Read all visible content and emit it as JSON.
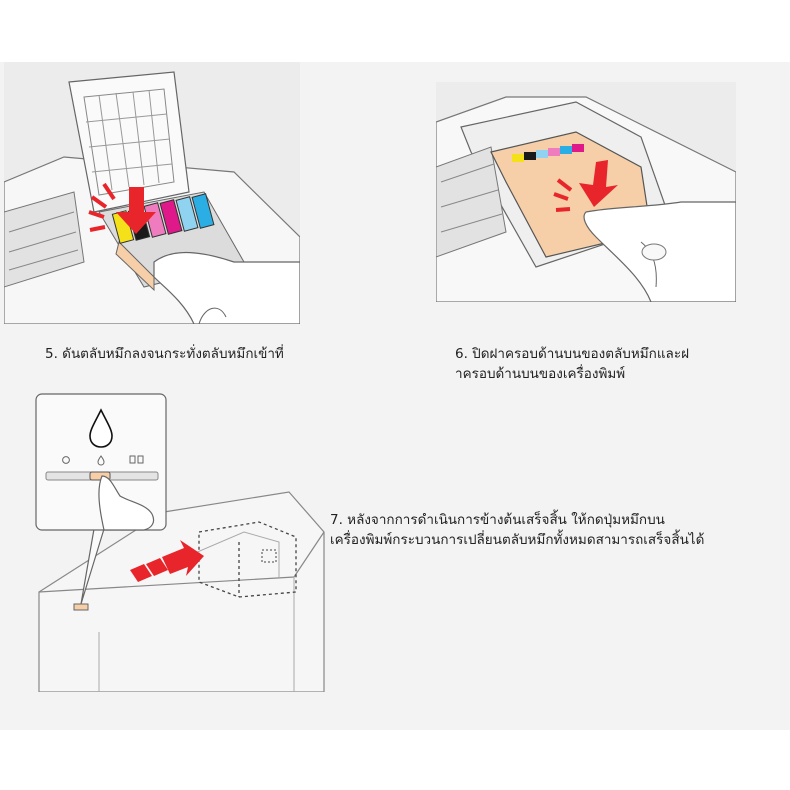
{
  "steps": [
    {
      "caption": "5. ดันตลับหมึกลงจนกระทั่งตลับหมึกเข้าที่"
    },
    {
      "caption_line1": "6. ปิดฝาครอบด้านบนของตลับหมึกและฝ",
      "caption_line2": "าครอบด้านบนของเครื่องพิมพ์"
    },
    {
      "caption_line1": "7. หลังจากการดำเนินการข้างต้นเสร็จสิ้น ให้กดปุ่มหมึกบน",
      "caption_line2": "เครื่องพิมพ์กระบวนการเปลี่ยนตลับหมึกทั้งหมดสามารถเสร็จสิ้นได้"
    }
  ],
  "colors": {
    "arrow": "#e8252b",
    "cart_yellow": "#f5e11a",
    "cart_black": "#1a1a1a",
    "cart_magenta": "#e0198a",
    "cart_pink": "#f07cc0",
    "cart_cyan": "#2aaee3",
    "cart_lightcyan": "#8fd3f0",
    "holder_orange": "#f6cfa8"
  }
}
